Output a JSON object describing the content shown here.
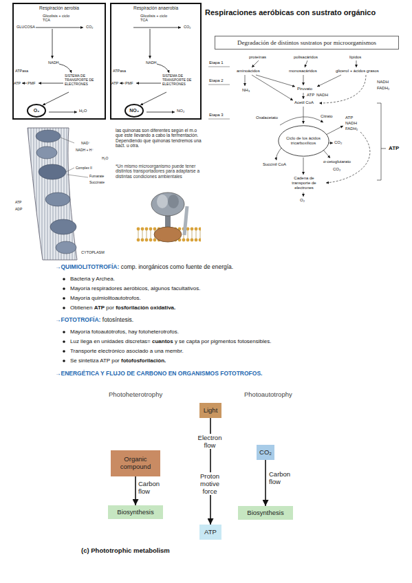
{
  "diagram": {
    "title": "Respiraciones aeróbicas con sustrato orgánico",
    "caption": "(c) Phototrophic metabolism",
    "nodes": [
      {
        "text": [
          "Respiración aerobia"
        ]
      },
      {
        "text": [
          "O₂"
        ],
        "in": 0
      },
      {
        "text": [
          "Respiración anaerobia"
        ]
      },
      {
        "text": [
          "NO₃"
        ],
        "in": 2
      },
      {
        "text": [
          "Degradación de distintos sustratos por microorganismos"
        ]
      },
      {
        "text": [
          "Ciclo de los ácidos tricarboxílicos"
        ]
      },
      {
        "text": [
          "Organic compound"
        ]
      },
      {
        "text": [
          "Biosynthesis"
        ]
      },
      {
        "text": [
          "Light"
        ]
      },
      {
        "text": [
          "ATP"
        ]
      },
      {
        "text": [
          "CO₂"
        ]
      },
      {
        "text": [
          "Biosynthesis"
        ]
      }
    ],
    "edges": [
      {
        "from": 6,
        "to": 7,
        "label": "Carbon flow",
        "arrow": "to"
      },
      {
        "from": 8,
        "to": 9,
        "label": "Electron flow",
        "arrow": "to"
      },
      {
        "from": 10,
        "to": 11,
        "label": "Carbon flow",
        "arrow": "to"
      }
    ],
    "labels": [
      "Glicolisis + ciclo TCA",
      "GLUCOSA",
      "CO₂",
      "NADH",
      "ATPasa",
      "ATP",
      "PMF",
      "SISTEMA DE TRANSPORTE DE ELECTRONES",
      "H₂O",
      "Glicolisis + ciclo TCA",
      "CO₂",
      "NADH",
      "ATPasa",
      "ATP",
      "PMF",
      "SISTEMA DE TRANSPORTE DE ELECTRONES",
      "NO₂",
      "Etapa 1",
      "Etapa 2",
      "Etapa 3",
      "proteínas",
      "polisacáridos",
      "lípidos",
      "aminoácidos",
      "monosacáridos",
      "glicerol + ácidos grasos",
      "NH₃",
      "Piruvato",
      "ATP",
      "NADH",
      "Acetil CoA",
      "NADH",
      "FADH₂",
      "Oxalacetato",
      "Citrato",
      "ATP",
      "NADH",
      "FADH₂",
      "CO₂",
      "Succinil CoA",
      "α-cetoglutarato",
      "CO₂",
      "Cadena de transporte de electrones",
      "O₂",
      "ATP",
      "NAD⁺",
      "NADH + H⁺",
      "Complex II",
      "Fumarate",
      "Succinate",
      "H₂O",
      "ATP",
      "ADP",
      "CYTOPLASM",
      "las quinonas son diferentes según el m.o que este llevando a cabo la fermentación. Dependiendo que quinonas tendremos una bact. u otra.",
      "*Un mismo microorganismo puede tener distintos transportadores para adaptarse a distintas condiciones ambientales",
      "→QUIMIOLITOTROFÍA:",
      "comp. inorgánicos como fuente de energía.",
      "Bacteria y Archea.",
      "Mayoría respiradores aeróbicos, algunos facultativos.",
      "Mayoría quimiolitoautotrofos.",
      "Obtienen",
      "ATP",
      "por",
      "fosforilación oxidativa.",
      "→FOTOTROFÍA:",
      "fotosíntesis.",
      "Mayoría fotoautótrofos, hay fotoheterotrofos.",
      "Luz llega en unidades discretas=",
      "cuantos",
      "y se capta por pigmentos fotosensibles.",
      "Transporte electrónico asociado a una membr.",
      "Se sintetiza ATP por",
      "fotofosforilación.",
      "→ENERGÉTICA Y FLUJO DE CARBONO EN ORGANISMOS FOTOTROFOS.",
      "Photoheterotrophy",
      "Photoautotrophy",
      "Proton motive force"
    ]
  }
}
